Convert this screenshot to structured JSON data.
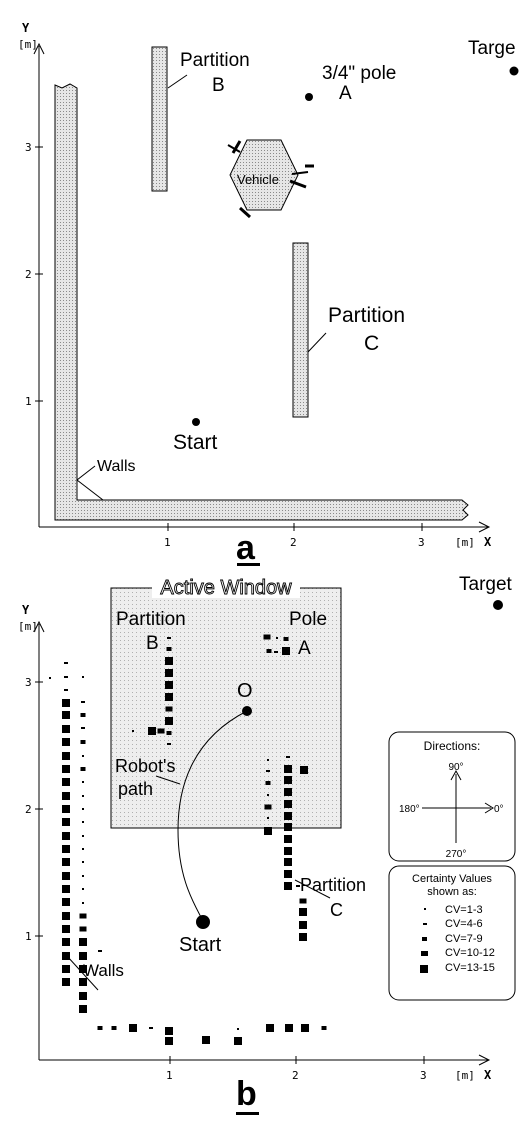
{
  "panel_a": {
    "letter": "a",
    "axis": {
      "y": "Y",
      "y_unit": "[m]",
      "x": "X",
      "x_unit": "[m]",
      "xticks": [
        "1",
        "2",
        "3"
      ],
      "yticks": [
        "1",
        "2",
        "3"
      ]
    },
    "labels": {
      "partition_b_1": "Partition",
      "partition_b_2": "B",
      "pole_1": "3/4\" pole",
      "pole_2": "A",
      "target": "Targe",
      "vehicle": "Vehicle",
      "partition_c_1": "Partition",
      "partition_c_2": "C",
      "start": "Start",
      "walls": "Walls"
    }
  },
  "panel_b": {
    "letter": "b",
    "axis": {
      "y": "Y",
      "y_unit": "[m]",
      "x": "X",
      "x_unit": "[m]",
      "xticks": [
        "1",
        "2",
        "3"
      ],
      "yticks": [
        "1",
        "2",
        "3"
      ]
    },
    "labels": {
      "active_window": "Active Window",
      "partition_b_1": "Partition",
      "partition_b_2": "B",
      "pole_1": "Pole",
      "pole_2": "A",
      "target": "Target",
      "origin": "O",
      "robot_path_1": "Robot's",
      "robot_path_2": "path",
      "partition_c_1": "Partition",
      "partition_c_2": "C",
      "start": "Start",
      "walls": "Walls"
    },
    "directions": {
      "title": "Directions:",
      "d90": "90°",
      "d180": "180°",
      "d0": "0°",
      "d270": "270°"
    },
    "certainty": {
      "title1": "Certainty Values",
      "title2": "shown as:",
      "items": [
        "CV=1-3",
        "CV=4-6",
        "CV=7-9",
        "CV=10-12",
        "CV=13-15"
      ]
    }
  }
}
